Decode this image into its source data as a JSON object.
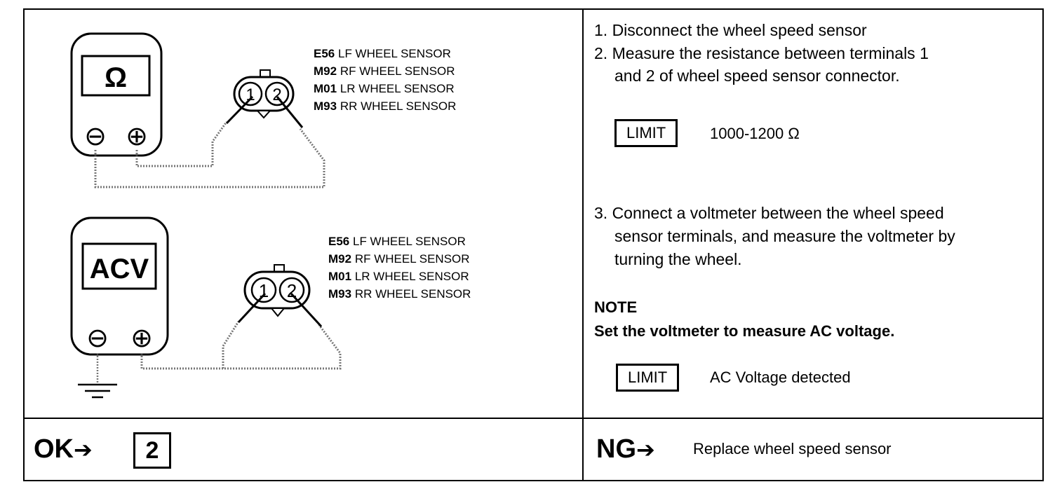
{
  "diagram": {
    "meter1_display": "Ω",
    "meter2_display": "ACV",
    "minus_symbol": "⊖",
    "plus_symbol": "⊕",
    "terminal_1": "1",
    "terminal_2": "2",
    "sensors_top": [
      {
        "code": "E56",
        "name": "LF WHEEL SENSOR"
      },
      {
        "code": "M92",
        "name": "RF WHEEL SENSOR"
      },
      {
        "code": "M01",
        "name": "LR WHEEL SENSOR"
      },
      {
        "code": "M93",
        "name": "RR WHEEL SENSOR"
      }
    ],
    "sensors_bottom": [
      {
        "code": "E56",
        "name": "LF WHEEL SENSOR"
      },
      {
        "code": "M92",
        "name": "RF WHEEL SENSOR"
      },
      {
        "code": "M01",
        "name": "LR WHEEL SENSOR"
      },
      {
        "code": "M93",
        "name": "RR WHEEL SENSOR"
      }
    ]
  },
  "instructions": {
    "step1": "1. Disconnect the wheel speed sensor",
    "step2_line1": "2. Measure the resistance between terminals 1",
    "step2_line2": "and 2 of wheel speed sensor connector.",
    "limit_label": "LIMIT",
    "limit1_value": "1000-1200 Ω",
    "step3_line1": "3. Connect a voltmeter between the wheel speed",
    "step3_line2": "sensor terminals, and measure the voltmeter by",
    "step3_line3": "turning the wheel.",
    "note_heading": "NOTE",
    "note_body": "Set the voltmeter to measure AC voltage.",
    "limit2_value": "AC Voltage detected"
  },
  "result": {
    "ok_label": "OK",
    "ok_step": "2",
    "ng_label": "NG",
    "ng_action": "Replace wheel speed sensor",
    "arrow": "➔"
  }
}
